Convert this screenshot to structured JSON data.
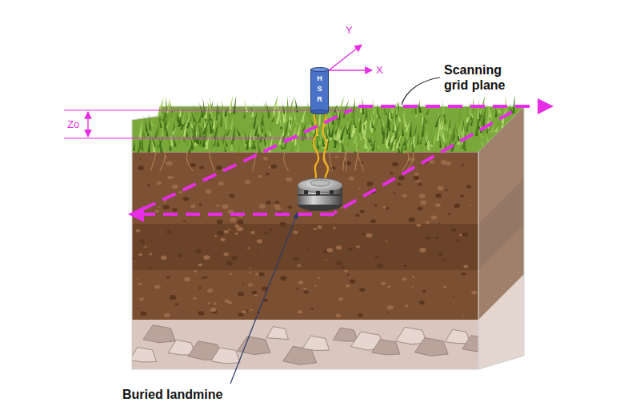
{
  "diagram": {
    "nodes": [
      {
        "text": [
          "H S R"
        ]
      }
    ],
    "labels": [
      "Y",
      "X",
      "Zo",
      "Scanning grid plane",
      "Buried landmine"
    ]
  }
}
